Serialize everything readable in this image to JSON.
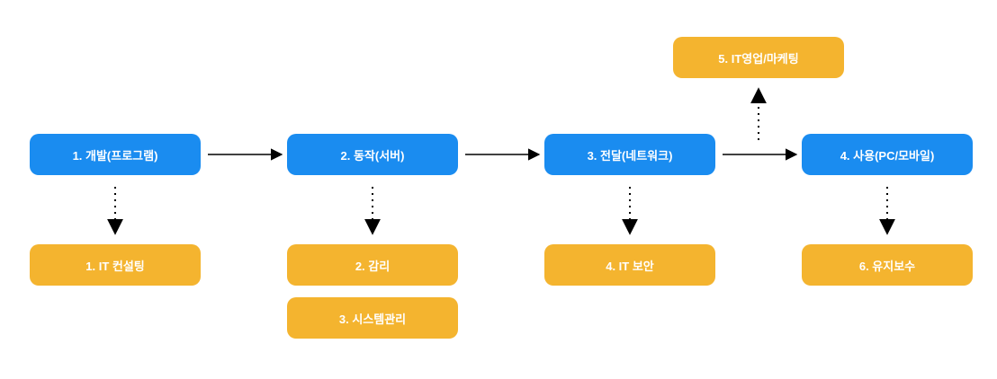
{
  "process": [
    {
      "label": "1. 개발(프로그램)"
    },
    {
      "label": "2. 동작(서버)"
    },
    {
      "label": "3. 전달(네트워크)"
    },
    {
      "label": "4. 사용(PC/모바일)"
    }
  ],
  "services": [
    {
      "label": "1. IT 컨설팅"
    },
    {
      "label": "2. 감리"
    },
    {
      "label": "3. 시스템관리"
    },
    {
      "label": "4. IT 보안"
    },
    {
      "label": "5. IT영업/마케팅"
    },
    {
      "label": "6. 유지보수"
    }
  ],
  "colors": {
    "process_box": "#1a8cf0",
    "service_box": "#f4b42f",
    "text": "#ffffff",
    "connector": "#000000"
  }
}
